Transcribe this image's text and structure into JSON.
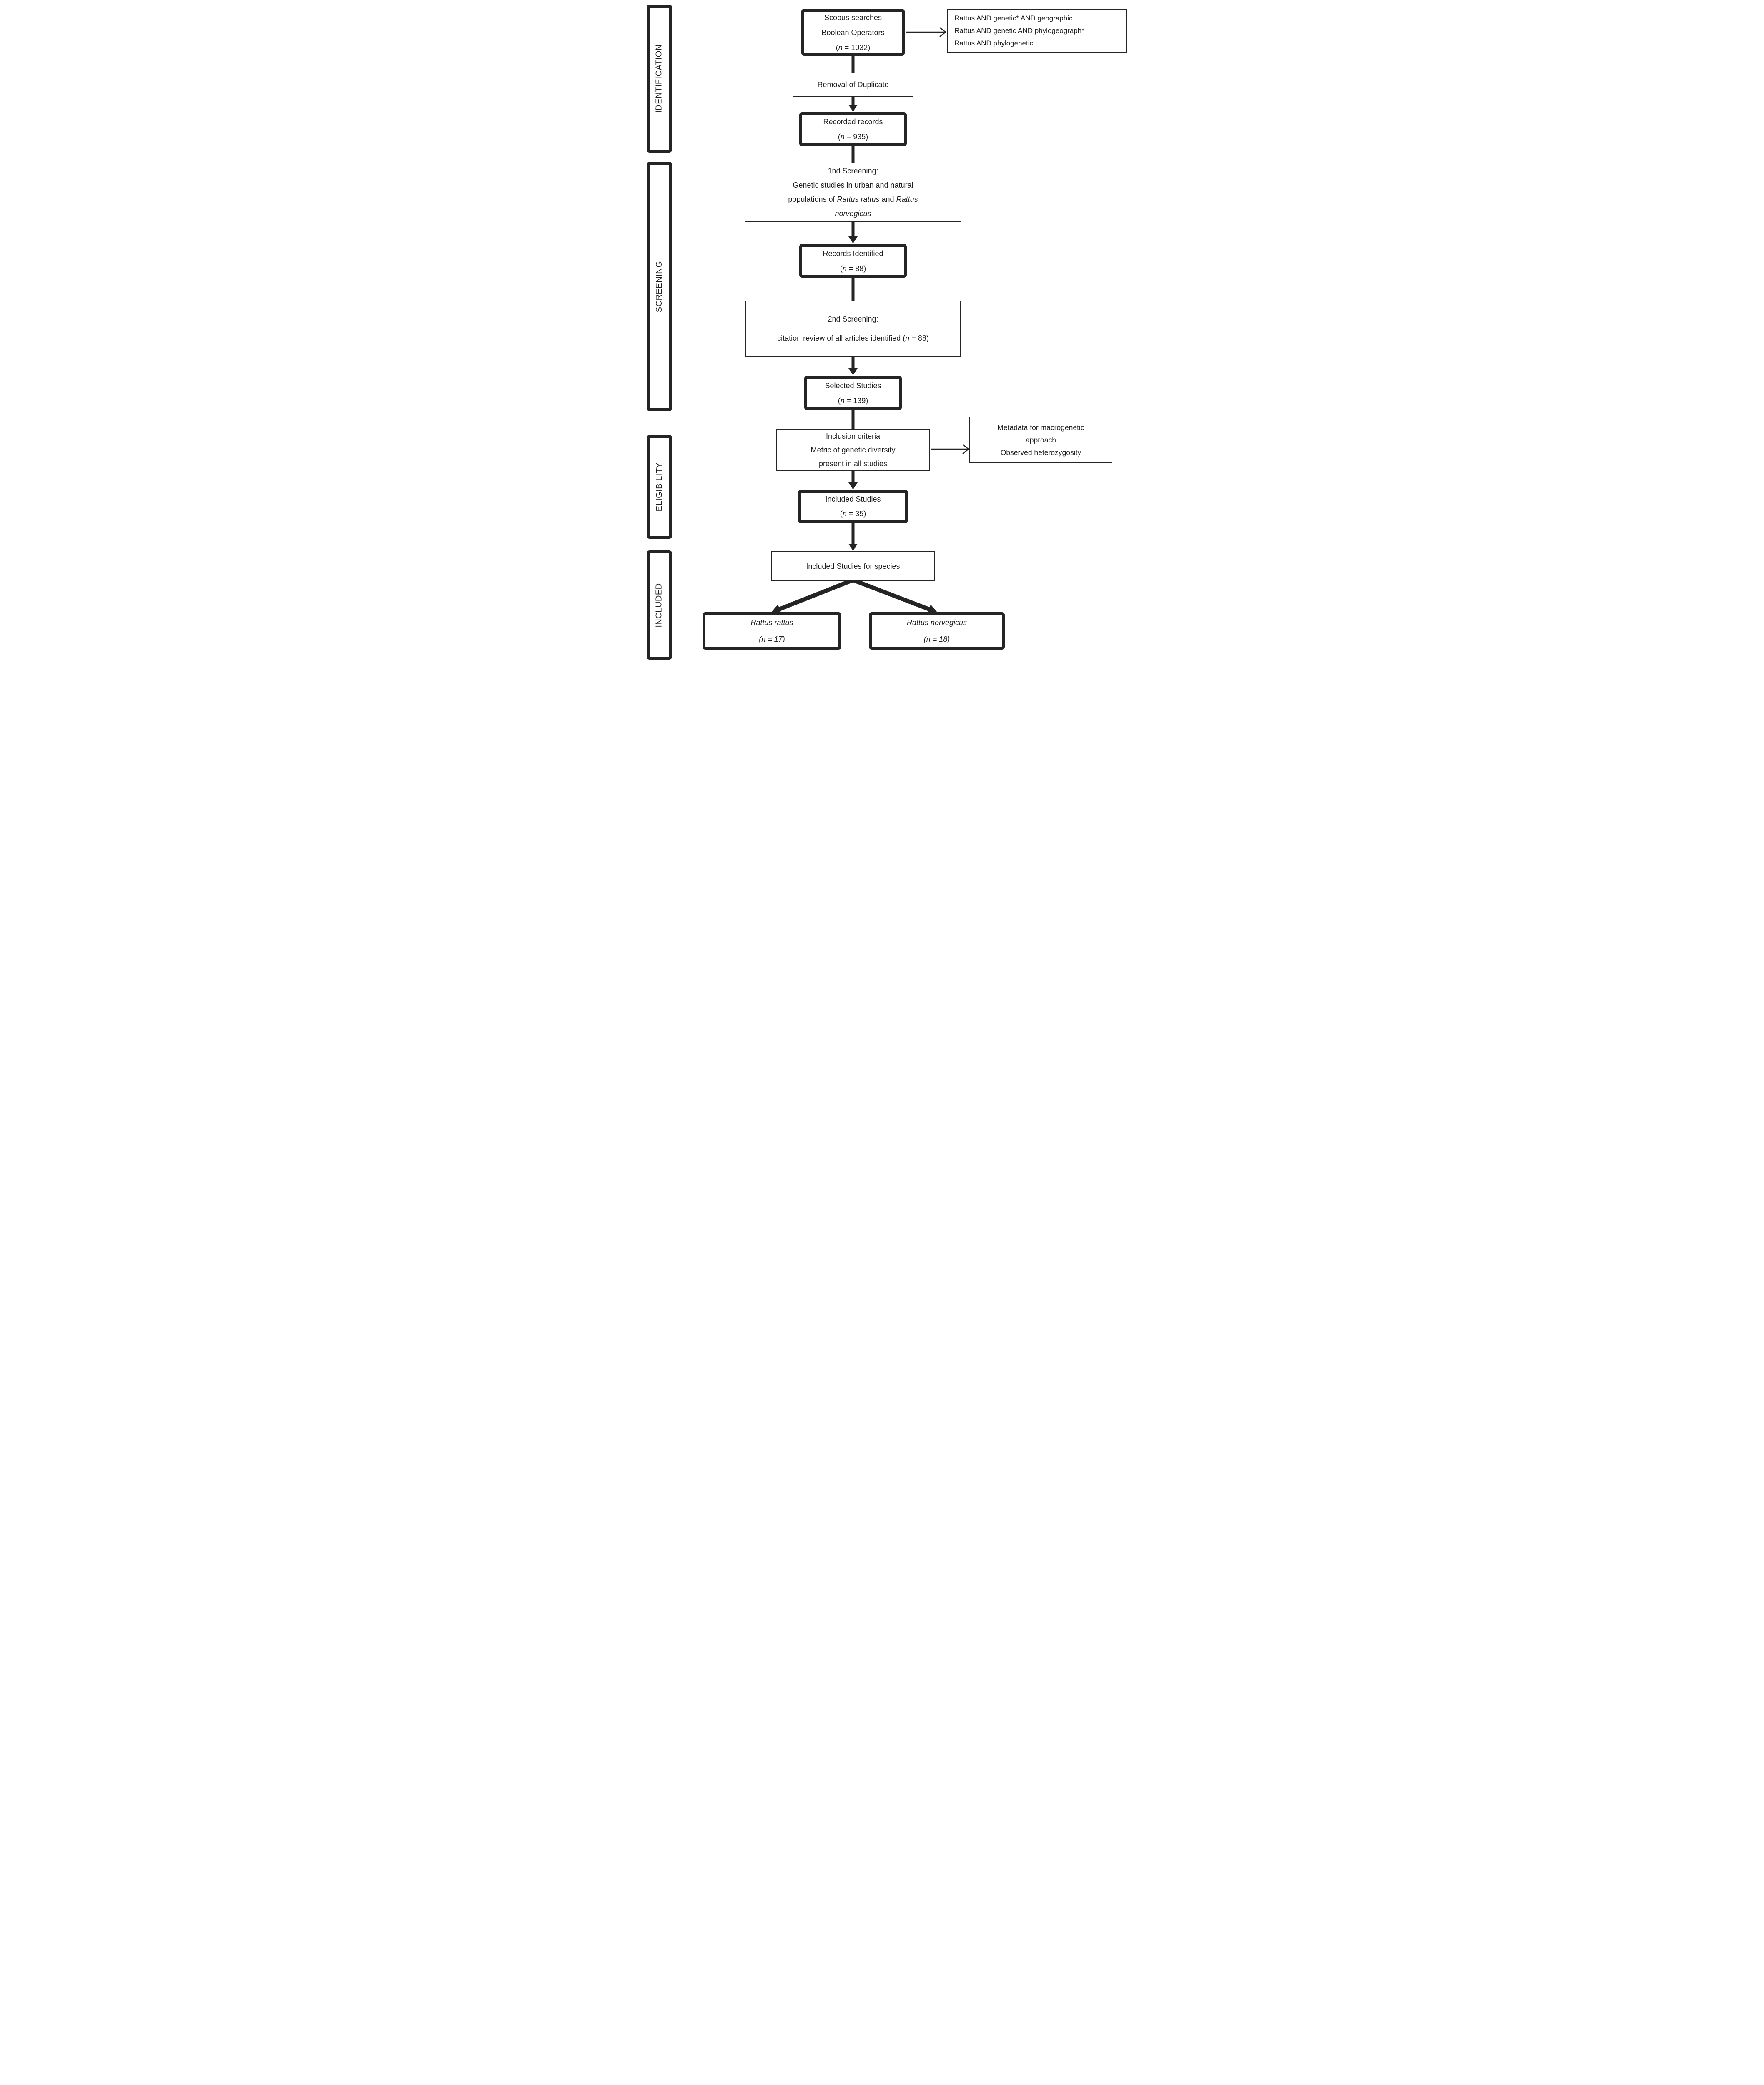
{
  "colors": {
    "ink": "#1f1f1f",
    "background": "#ffffff"
  },
  "stages": [
    {
      "label": "IDENTIFICATION"
    },
    {
      "label": "SCREENING"
    },
    {
      "label": "ELIGIBILITY"
    },
    {
      "label": "INCLUDED"
    }
  ],
  "flow": {
    "scopus": {
      "line1": "Scopus searches",
      "line2": "Boolean Operators",
      "n_pre": "(",
      "n_var": "n",
      "n_post": " = 1032)"
    },
    "search_terms": {
      "lines": [
        "Rattus AND genetic* AND geographic",
        "Rattus AND genetic AND phylogeograph*",
        "Rattus AND phylogenetic"
      ]
    },
    "removal": {
      "label": "Removal of Duplicate"
    },
    "recorded": {
      "title": "Recorded records",
      "n_pre": "(",
      "n_var": "n",
      "n_post": " = 935)"
    },
    "screening1": {
      "title": "1nd Screening:",
      "line2": "Genetic studies in urban and natural",
      "line3_pre": "populations of ",
      "line3_species1": "Rattus rattus",
      "line3_mid": " and ",
      "line3_species2": "Rattus",
      "line4_species": "norvegicus"
    },
    "records_identified": {
      "title": "Records Identified",
      "n_pre": "(",
      "n_var": "n",
      "n_post": " = 88)"
    },
    "screening2": {
      "title": "2nd Screening:",
      "line2_pre": "citation review of all articles identified (",
      "line2_var": "n",
      "line2_post": " = 88)"
    },
    "selected": {
      "title": "Selected Studies",
      "n_pre": "(",
      "n_var": "n",
      "n_post": " = 139)"
    },
    "inclusion": {
      "line1": "Inclusion criteria",
      "line2": "Metric of genetic diversity",
      "line3": "present in all studies"
    },
    "metadata": {
      "line1": "Metadata for macrogenetic",
      "line2": "approach",
      "line3": "Observed heterozygosity"
    },
    "included_studies": {
      "title": "Included Studies",
      "n_pre": "(",
      "n_var": "n",
      "n_post": " = 35)"
    },
    "included_species": {
      "label": "Included Studies for species"
    },
    "species_rattus": {
      "name": "Rattus rattus",
      "n_pre": "(",
      "n_var": "n",
      "n_post": " = 17)"
    },
    "species_norvegicus": {
      "name": "Rattus norvegicus",
      "n_pre": "(",
      "n_var": "n",
      "n_post": " = 18)"
    }
  }
}
